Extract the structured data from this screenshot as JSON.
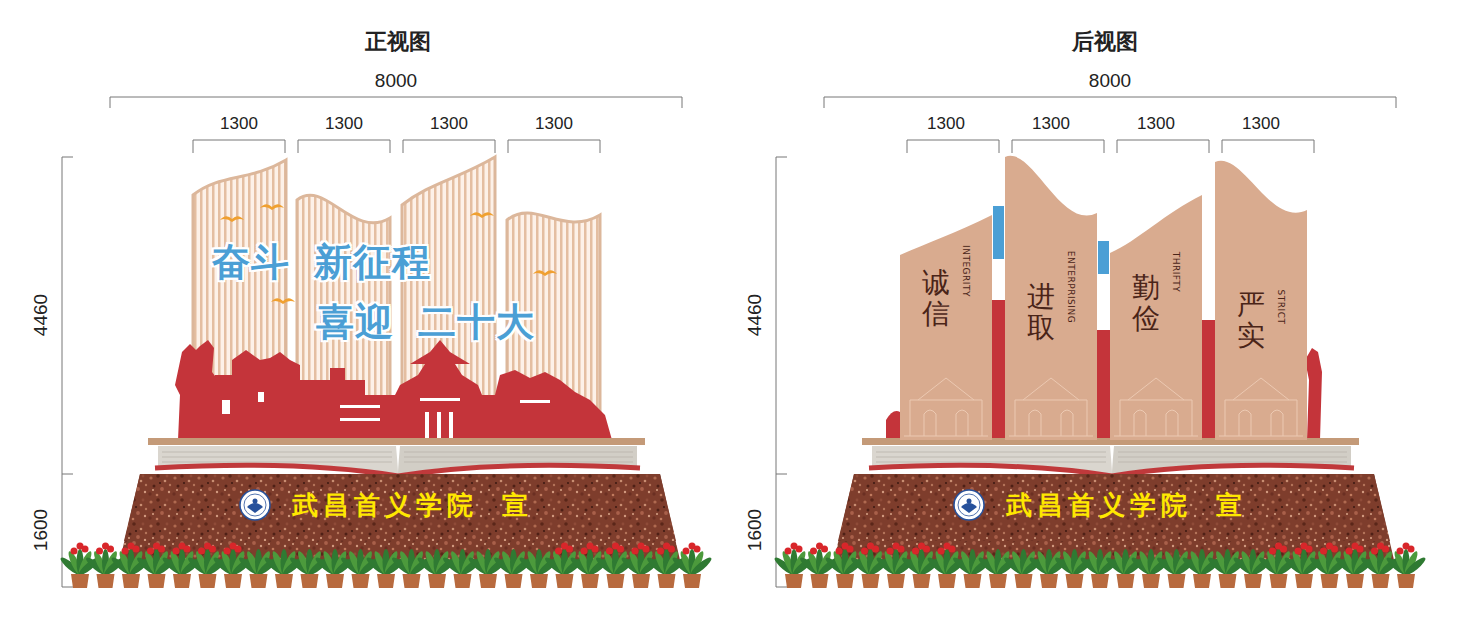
{
  "diagram": {
    "nodes": [
      {
        "text": [
          "武昌首义学院 宣"
        ]
      },
      {
        "text": [
          "诚信",
          "INTEGRITY"
        ]
      },
      {
        "text": [
          "进取",
          "ENTERPRISING"
        ]
      },
      {
        "text": [
          "勤俭",
          "THRIFTY"
        ]
      },
      {
        "text": [
          "严实",
          "STRICT"
        ]
      },
      {
        "text": [
          "武昌首义学院 宣"
        ]
      }
    ],
    "labels": [
      "正视图",
      "8000",
      "1300",
      "1300",
      "1300",
      "1300",
      "4460",
      "1600",
      "奋斗 新征程",
      "喜迎 二十大",
      "后视图",
      "8000",
      "1300",
      "1300",
      "1300",
      "1300",
      "4460",
      "1600"
    ]
  }
}
